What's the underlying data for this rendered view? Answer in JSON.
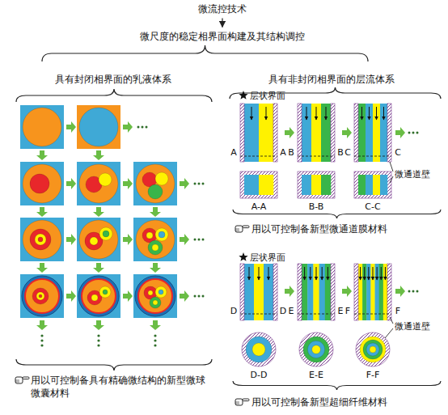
{
  "diagram": {
    "nodes": [
      {
        "text": [
          "微流控技术"
        ]
      },
      {
        "text": [
          "微尺度的稳定相界面构建及其结构调控"
        ]
      },
      {
        "text": [
          "具有封闭相界面的乳液体系"
        ]
      },
      {
        "text": [
          "具有非封闭相界面的层流体系"
        ]
      }
    ],
    "edges": [
      {
        "from": 0,
        "to": 1,
        "arrow": "to"
      }
    ],
    "labels": [
      "层状界面",
      "A",
      "A",
      "B",
      "B",
      "C",
      "C",
      "微通道壁",
      "A-A",
      "B-B",
      "C-C",
      "用以可控制备新型微通道膜材料",
      "层状界面",
      "D",
      "D",
      "E",
      "E",
      "F",
      "F",
      "微通道壁",
      "D-D",
      "E-E",
      "F-F",
      "用以可控制备新型超细纤维材料",
      "用以可控制备具有精确微结构的新型微球微囊材料"
    ]
  }
}
